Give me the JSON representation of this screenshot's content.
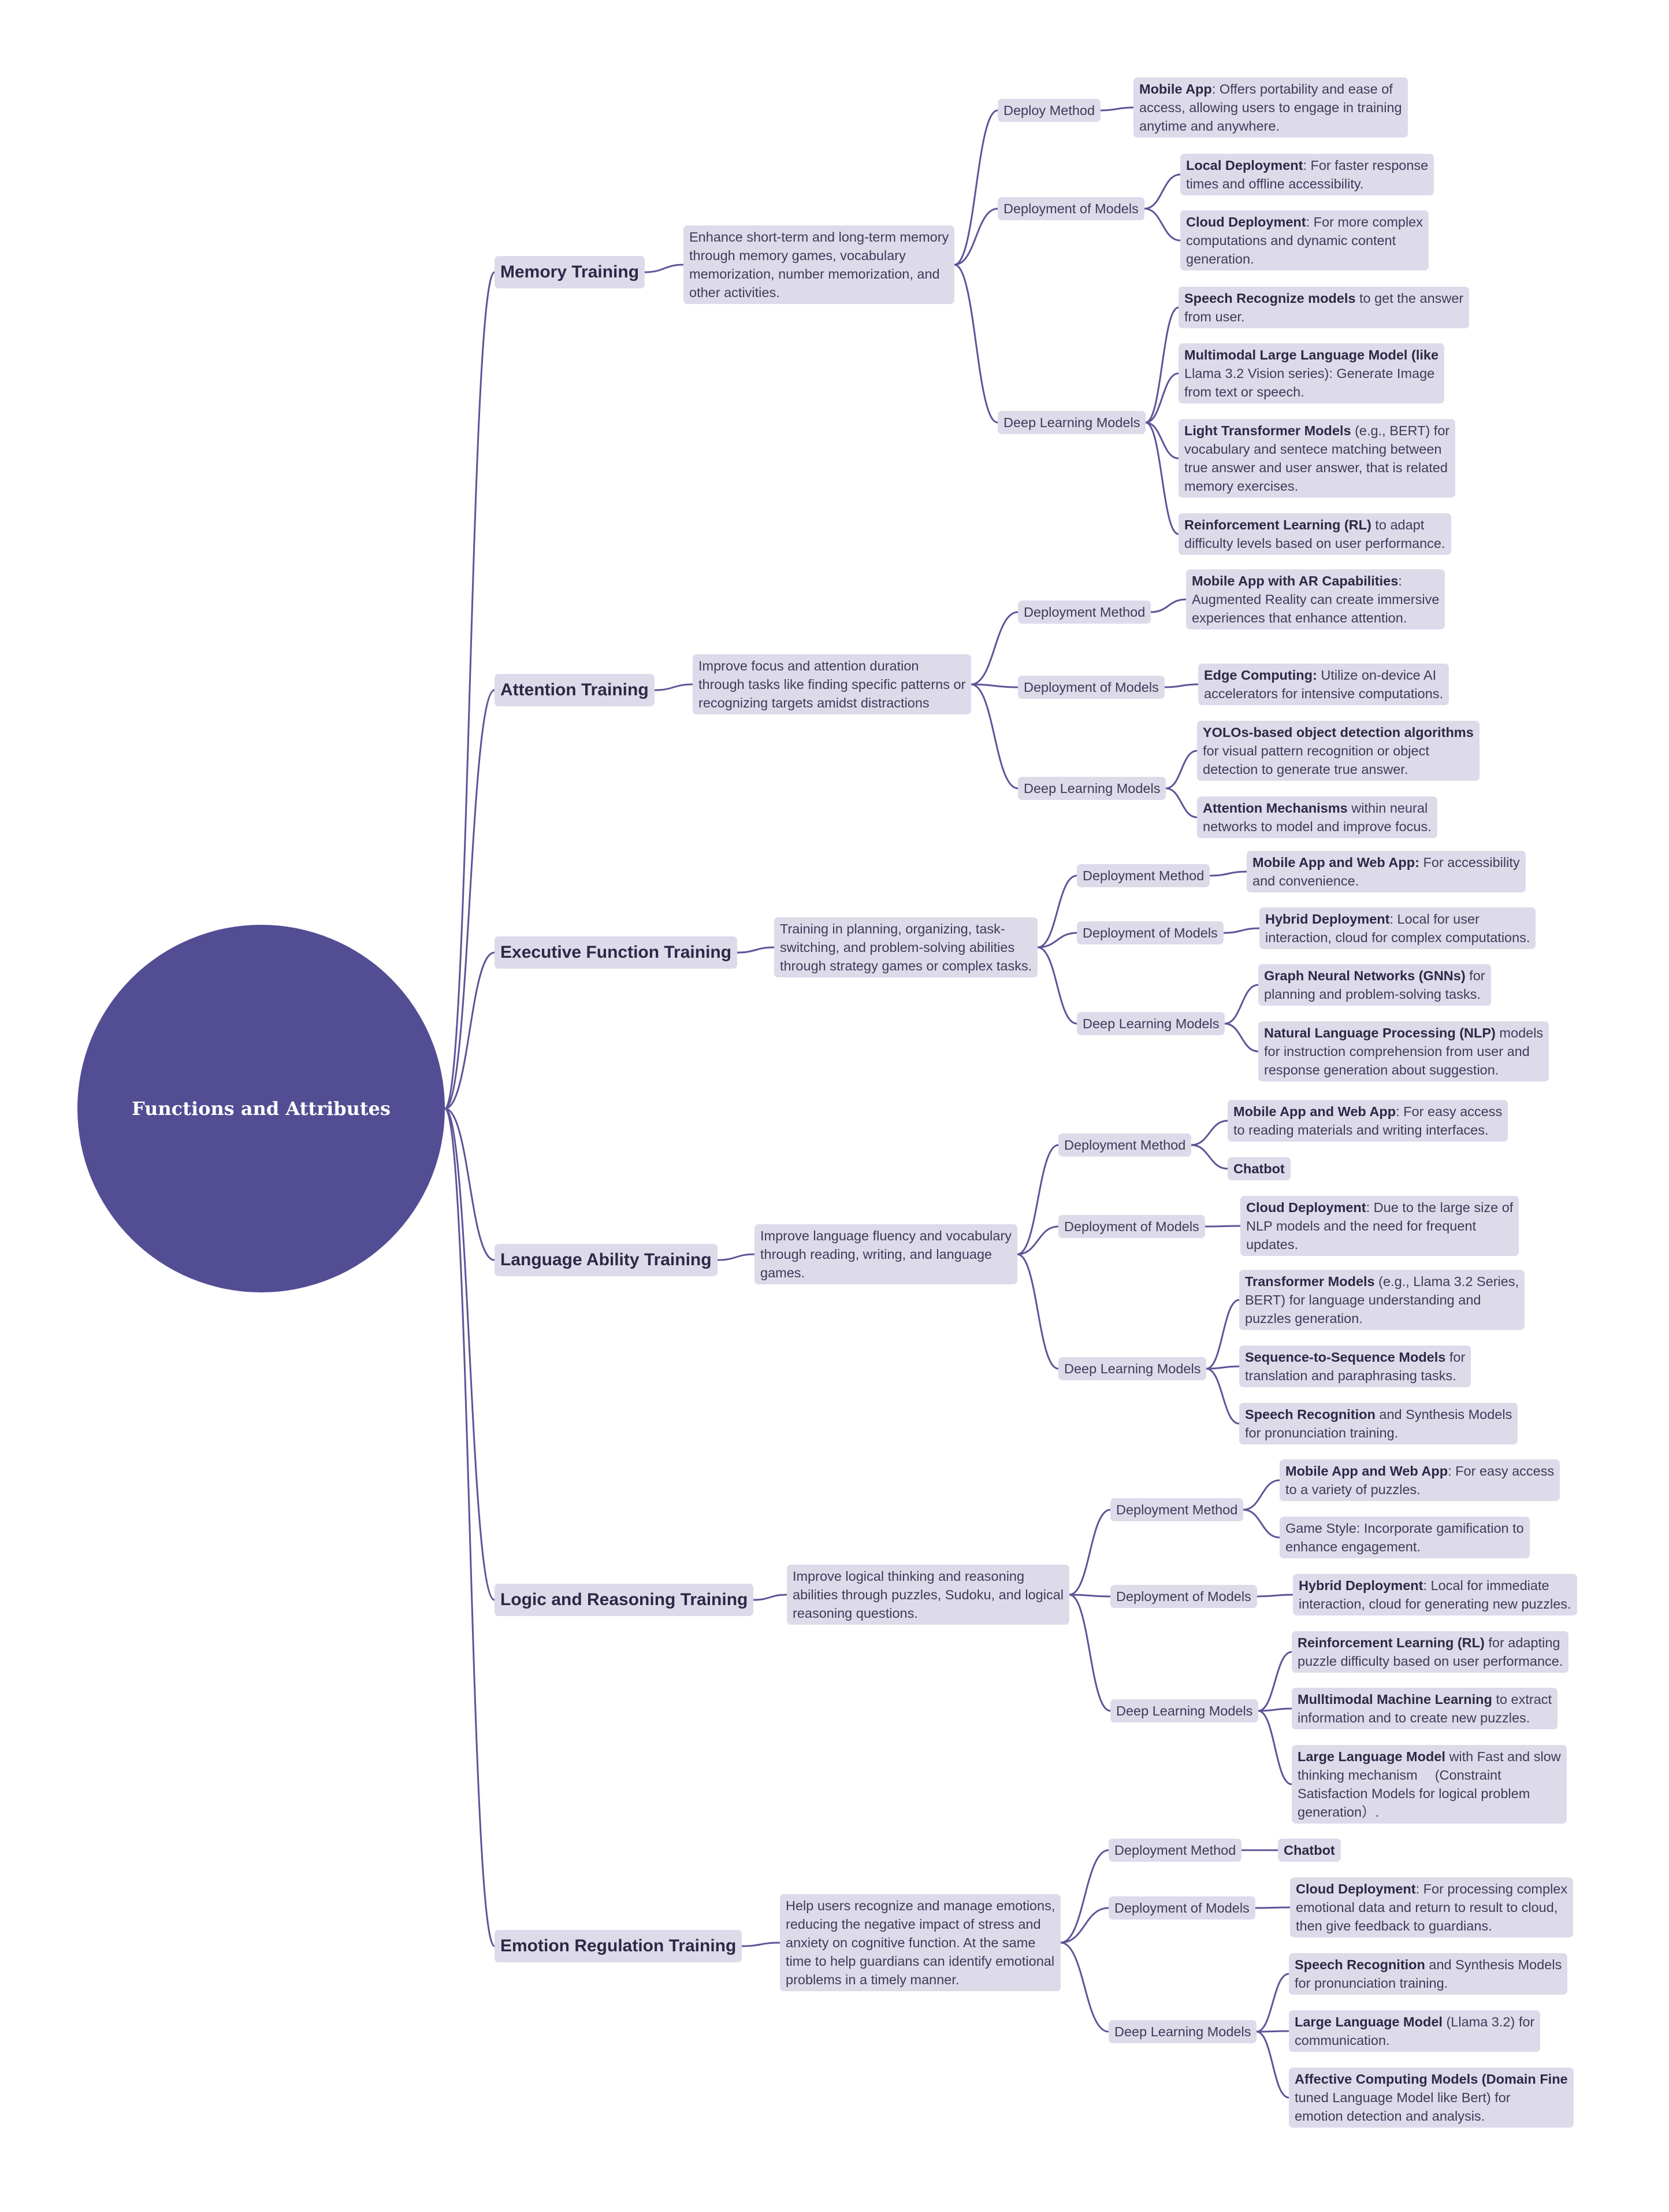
{
  "root": {
    "label": "Functions and Attributes"
  },
  "colors": {
    "root_fill": "#534d93",
    "box_fill": "#dddbea",
    "connector": "#5b5597",
    "text": "#2e2c4a"
  },
  "categories": [
    {
      "title": "Memory Training",
      "description": [
        "Enhance short-term and long-term memory",
        "through memory games, vocabulary",
        "memorization, number memorization, and",
        "other activities."
      ],
      "groups": [
        {
          "label": "Deploy Method",
          "items": [
            {
              "bold": "Mobile App",
              "rest": ": Offers portability and ease of",
              "lines": [
                "access, allowing users to engage in training",
                "anytime and anywhere."
              ]
            }
          ]
        },
        {
          "label": "Deployment of Models",
          "items": [
            {
              "bold": "Local Deployment",
              "rest": ": For faster response",
              "lines": [
                "times and offline accessibility."
              ]
            },
            {
              "bold": "Cloud Deployment",
              "rest": ": For more complex",
              "lines": [
                "computations and dynamic content",
                "generation."
              ]
            }
          ]
        },
        {
          "label": "Deep Learning Models",
          "items": [
            {
              "bold": "Speech Recognize models",
              "rest": " to get the answer",
              "lines": [
                "from user."
              ]
            },
            {
              "bold": "Multimodal Large Language Model (like",
              "rest": "",
              "lines": [
                "Llama 3.2 Vision series): Generate Image",
                "from text or speech."
              ]
            },
            {
              "bold": "Light Transformer Models",
              "rest": " (e.g., BERT) for",
              "lines": [
                "vocabulary and sentece matching between",
                "true answer and user answer, that is related",
                "memory exercises."
              ]
            },
            {
              "bold": "Reinforcement Learning (RL)",
              "rest": " to adapt",
              "lines": [
                "difficulty levels based on user performance."
              ]
            }
          ]
        }
      ]
    },
    {
      "title": "Attention Training",
      "description": [
        "Improve focus and attention duration",
        "through tasks like finding specific patterns or",
        "recognizing targets amidst distractions"
      ],
      "groups": [
        {
          "label": "Deployment Method",
          "items": [
            {
              "bold": "Mobile App with AR Capabilities",
              "rest": ":",
              "lines": [
                "Augmented Reality can create immersive",
                "experiences that enhance attention."
              ]
            }
          ]
        },
        {
          "label": "Deployment of Models",
          "items": [
            {
              "bold": "Edge Computing:",
              "rest": " Utilize on-device AI",
              "lines": [
                "accelerators for intensive computations."
              ]
            }
          ]
        },
        {
          "label": "Deep Learning Models",
          "items": [
            {
              "bold": "YOLOs-based object detection algorithms",
              "rest": "",
              "lines": [
                "for visual pattern recognition or object",
                "detection to generate true answer."
              ]
            },
            {
              "bold": "Attention Mechanisms",
              "rest": " within neural",
              "lines": [
                "networks to model and improve focus."
              ]
            }
          ]
        }
      ]
    },
    {
      "title": "Executive Function Training",
      "description": [
        "Training in planning, organizing, task-",
        "switching, and problem-solving abilities",
        "through strategy games or complex tasks."
      ],
      "groups": [
        {
          "label": "Deployment Method",
          "items": [
            {
              "bold": "Mobile App and Web App:",
              "rest": " For accessibility",
              "lines": [
                "and convenience."
              ]
            }
          ]
        },
        {
          "label": "Deployment of Models",
          "items": [
            {
              "bold": "Hybrid Deployment",
              "rest": ": Local for user",
              "lines": [
                "interaction, cloud for complex computations."
              ]
            }
          ]
        },
        {
          "label": "Deep Learning Models",
          "items": [
            {
              "bold": "Graph Neural Networks (GNNs)",
              "rest": " for",
              "lines": [
                "planning and problem-solving tasks."
              ]
            },
            {
              "bold": "Natural Language Processing (NLP)",
              "rest": " models",
              "lines": [
                "for instruction comprehension from user and",
                "response generation about suggestion."
              ]
            }
          ]
        }
      ]
    },
    {
      "title": "Language Ability Training",
      "description": [
        "Improve language fluency and vocabulary",
        "through reading, writing, and language",
        "games."
      ],
      "groups": [
        {
          "label": "Deployment Method",
          "items": [
            {
              "bold": "Mobile App and Web App",
              "rest": ": For easy access",
              "lines": [
                "to reading materials and writing interfaces."
              ]
            },
            {
              "bold": "Chatbot",
              "rest": "",
              "lines": []
            }
          ]
        },
        {
          "label": "Deployment of Models",
          "items": [
            {
              "bold": "Cloud Deployment",
              "rest": ": Due to the large size of",
              "lines": [
                "NLP models and the need for frequent",
                "updates."
              ]
            }
          ]
        },
        {
          "label": "Deep Learning Models",
          "items": [
            {
              "bold": "Transformer Models",
              "rest": " (e.g., Llama 3.2 Series,",
              "lines": [
                "BERT) for language understanding and",
                "puzzles generation."
              ]
            },
            {
              "bold": "Sequence-to-Sequence Models",
              "rest": " for",
              "lines": [
                "translation and paraphrasing tasks."
              ]
            },
            {
              "bold": "Speech Recognition",
              "rest": " and Synthesis Models",
              "lines": [
                "for pronunciation training."
              ]
            }
          ]
        }
      ]
    },
    {
      "title": "Logic and Reasoning Training",
      "description": [
        "Improve logical thinking and reasoning",
        "abilities through puzzles, Sudoku, and logical",
        "reasoning questions."
      ],
      "groups": [
        {
          "label": "Deployment Method",
          "items": [
            {
              "bold": "Mobile App and Web App",
              "rest": ": For easy access",
              "lines": [
                "to a variety of puzzles."
              ]
            },
            {
              "bold": "",
              "rest": "Game Style: Incorporate gamification to",
              "lines": [
                "enhance engagement."
              ]
            }
          ]
        },
        {
          "label": "Deployment of Models",
          "items": [
            {
              "bold": "Hybrid Deployment",
              "rest": ": Local for immediate",
              "lines": [
                "interaction, cloud for generating new puzzles."
              ]
            }
          ]
        },
        {
          "label": "Deep Learning Models",
          "items": [
            {
              "bold": "Reinforcement Learning (RL)",
              "rest": " for adapting",
              "lines": [
                "puzzle difficulty based on user performance."
              ]
            },
            {
              "bold": "Mulltimodal Machine Learning",
              "rest": " to extract",
              "lines": [
                "information and to create new puzzles."
              ]
            },
            {
              "bold": "Large Language Model",
              "rest": " with Fast and slow",
              "lines": [
                "thinking mechanism 　(Constraint",
                "Satisfaction Models for logical problem",
                "generation）."
              ]
            }
          ]
        }
      ]
    },
    {
      "title": "Emotion Regulation Training",
      "description": [
        "Help users recognize and manage emotions,",
        "reducing the negative impact of stress and",
        "anxiety on cognitive function. At the same",
        "time to help guardians can identify emotional",
        "problems in a timely manner."
      ],
      "groups": [
        {
          "label": "Deployment Method",
          "items": [
            {
              "bold": "Chatbot",
              "rest": "",
              "lines": []
            }
          ]
        },
        {
          "label": "Deployment of Models",
          "items": [
            {
              "bold": "Cloud Deployment",
              "rest": ": For processing complex",
              "lines": [
                "emotional data and return to result to cloud,",
                "then give feedback to guardians."
              ]
            }
          ]
        },
        {
          "label": "Deep Learning Models",
          "items": [
            {
              "bold": "Speech Recognition",
              "rest": " and Synthesis Models",
              "lines": [
                "for pronunciation training."
              ]
            },
            {
              "bold": "Large Language Model",
              "rest": " (Llama 3.2) for",
              "lines": [
                "communication."
              ]
            },
            {
              "bold": "Affective Computing Models (Domain Fine",
              "rest": "",
              "lines": [
                "tuned Language Model like Bert) for",
                "emotion detection and analysis."
              ]
            }
          ]
        }
      ]
    }
  ]
}
